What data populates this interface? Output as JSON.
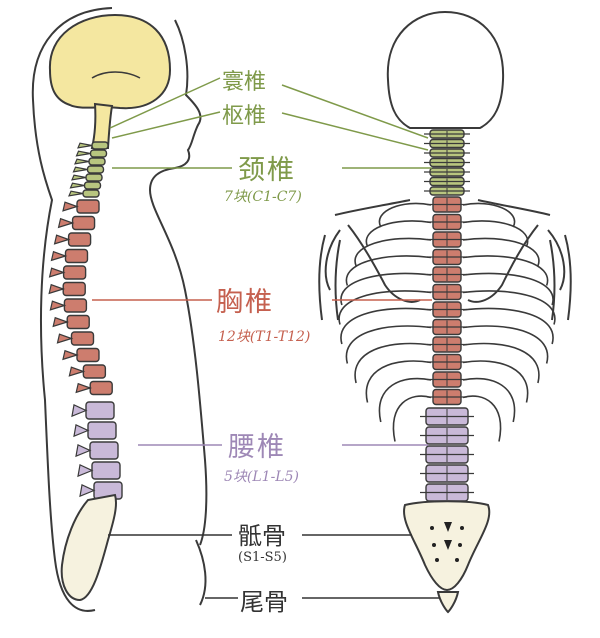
{
  "colors": {
    "brain": "#f4e7a0",
    "cervical": "#b8c57f",
    "thoracic": "#cd7d6e",
    "lumbar": "#c9b9d8",
    "sacrum": "#f6f2df",
    "outline": "#3a3a3a",
    "label_green": "#7f9a4a",
    "label_red": "#c5604f",
    "label_purple": "#9e88b6",
    "label_dark": "#333333"
  },
  "labels": {
    "atlas": "寰椎",
    "axis": "枢椎",
    "cervical": "颈椎",
    "cervical_count": "7块(C1-C7)",
    "thoracic": "胸椎",
    "thoracic_count": "12块(T1-T12)",
    "lumbar": "腰椎",
    "lumbar_count": "5块(L1-L5)",
    "sacrum": "骶骨",
    "sacrum_count": "(S1-S5)",
    "coccyx": "尾骨"
  }
}
